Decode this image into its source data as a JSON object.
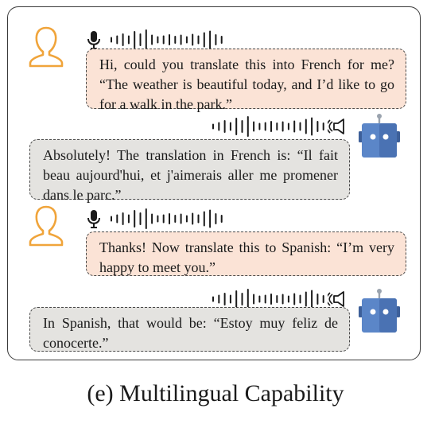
{
  "conversation": [
    {
      "speaker": "user",
      "icon": "user-icon",
      "audio_icon": "microphone-icon",
      "text": "Hi, could you translate this into French for me? “The weather is beautiful today, and I’d like to go for a walk in the park.”"
    },
    {
      "speaker": "bot",
      "icon": "robot-icon",
      "audio_icon": "speaker-icon",
      "text": "Absolutely! The translation in French is: “Il fait beau aujourd'hui, et j'aimerais aller me promener dans le parc.”"
    },
    {
      "speaker": "user",
      "icon": "user-icon",
      "audio_icon": "microphone-icon",
      "text": "Thanks! Now translate this to Spanish: “I’m very happy to meet you.”"
    },
    {
      "speaker": "bot",
      "icon": "robot-icon",
      "audio_icon": "speaker-icon",
      "text": "In Spanish, that would be: “Estoy muy feliz de conocerte.”"
    }
  ],
  "caption": "(e) Multilingual Capability",
  "colors": {
    "user_bubble": "#fbe3d6",
    "bot_bubble": "#e4e3e0",
    "user_icon": "#f0a43a",
    "robot_icon": "#5b86c8",
    "border": "#3a3a3a"
  }
}
